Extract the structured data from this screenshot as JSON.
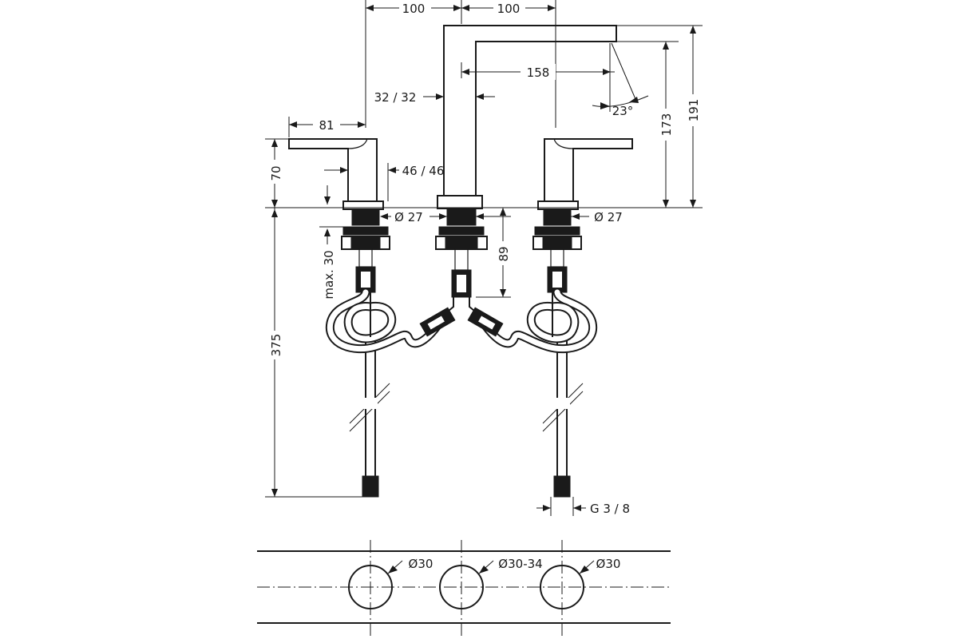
{
  "drawing": {
    "dimensions": {
      "spacing_left": "100",
      "spacing_right": "100",
      "spout_wall": "32 / 32",
      "spout_reach": "158",
      "spout_angle": "23°",
      "spout_outlet_height": "173",
      "spout_total_height": "191",
      "handle_length": "81",
      "handle_height": "70",
      "handle_body": "46 / 46",
      "shank_left": "Ø 27",
      "shank_center": "Ø 27",
      "shank_right": "Ø 27",
      "center_shank_length": "89",
      "max_deck": "max. 30",
      "hose_length": "375",
      "connection": "G 3 / 8"
    },
    "holes": {
      "left": "Ø30",
      "center": "Ø30-34",
      "right": "Ø30"
    }
  }
}
